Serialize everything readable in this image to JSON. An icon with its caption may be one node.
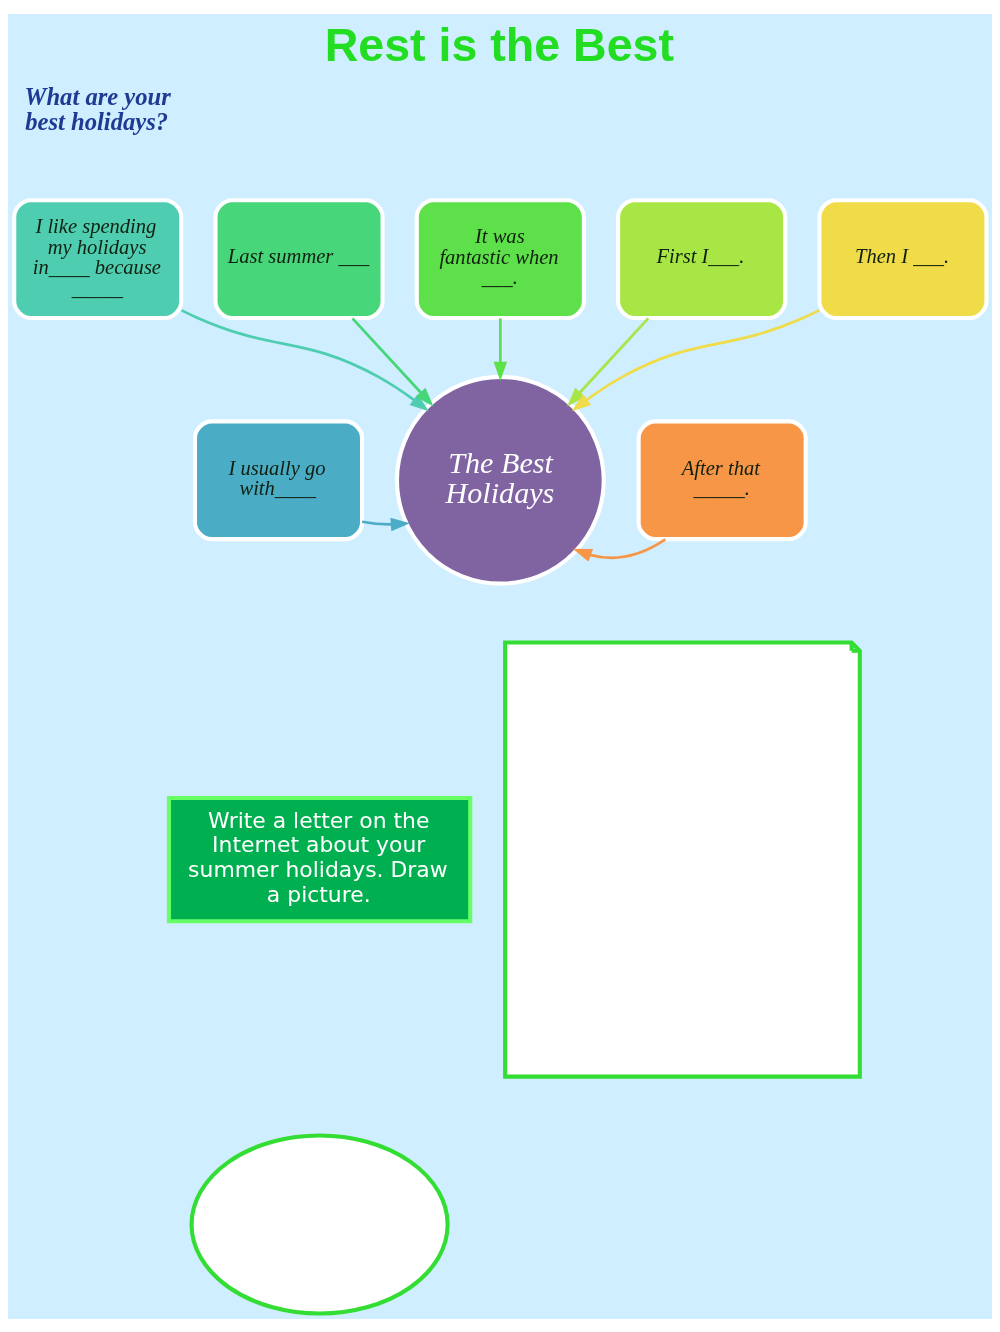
{
  "diagram": {
    "title": "Rest is the Best",
    "nodes": [
      {
        "text": [
          "The Best Holidays"
        ]
      },
      {
        "text": [
          "I usually go with____"
        ]
      },
      {
        "text": [
          "I like spending my holidays in____ because _____"
        ]
      },
      {
        "text": [
          "Last summer ___"
        ]
      },
      {
        "text": [
          "It was fantastic when ___."
        ]
      },
      {
        "text": [
          "First I___."
        ]
      },
      {
        "text": [
          "Then I ___."
        ]
      },
      {
        "text": [
          "After that _____."
        ]
      },
      {
        "text": [
          "Write a letter on the Internet about your summer holidays. Draw a picture."
        ]
      },
      {
        "text": [],
        "shape": "ellipse"
      },
      {
        "text": [],
        "shape": "scroll"
      }
    ],
    "edges": [
      {
        "from": 1,
        "to": 0,
        "arrow": "to",
        "color": "#4bacc6"
      },
      {
        "from": 2,
        "to": 0,
        "arrow": "to",
        "color": "#4ecdb0"
      },
      {
        "from": 3,
        "to": 0,
        "arrow": "to",
        "color": "#47d67a"
      },
      {
        "from": 4,
        "to": 0,
        "arrow": "to",
        "color": "#5ee04a"
      },
      {
        "from": 5,
        "to": 0,
        "arrow": "to",
        "color": "#a8e645"
      },
      {
        "from": 6,
        "to": 0,
        "arrow": "to",
        "color": "#f0dc48"
      },
      {
        "from": 7,
        "to": 0,
        "arrow": "to",
        "color": "#f79646"
      }
    ],
    "labels": [
      "What are your best holidays?"
    ]
  }
}
